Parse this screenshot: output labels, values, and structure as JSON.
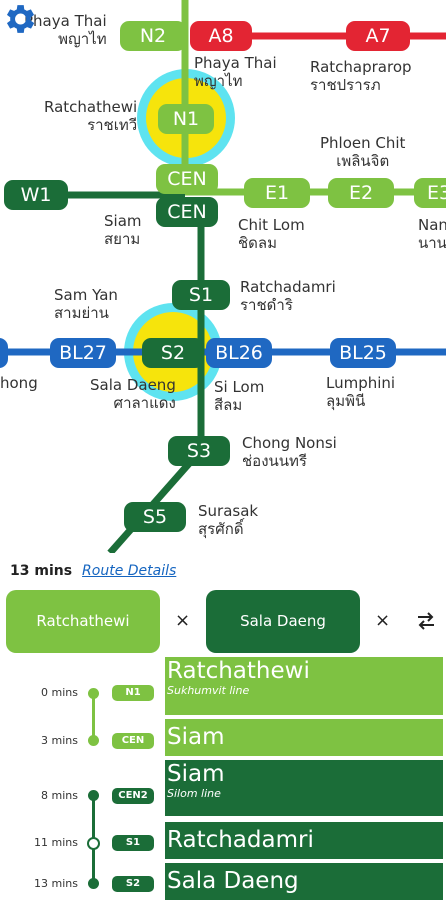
{
  "colors": {
    "light_green": "#7ec242",
    "dark_green": "#1b6d38",
    "red": "#e32533",
    "blue": "#1f68c2",
    "highlight_yellow": "#f6e40c",
    "highlight_cyan": "#5ee3f0"
  },
  "map": {
    "stations": {
      "n2": "N2",
      "a8": "A8",
      "a7": "A7",
      "n1": "N1",
      "cen_top": "CEN",
      "cen_bottom": "CEN",
      "w1": "W1",
      "e1": "E1",
      "e2": "E2",
      "e3": "E3",
      "s1": "S1",
      "bl27": "BL27",
      "s2": "S2",
      "bl26": "BL26",
      "bl25": "BL25",
      "s3": "S3",
      "s5": "S5"
    },
    "labels": {
      "phaya_thai_left": {
        "en": "Phaya Thai",
        "th": "พญาไท"
      },
      "phaya_thai_right": {
        "en": "Phaya Thai",
        "th": "พญาไท"
      },
      "ratchaprarop": {
        "en": "Ratchaprarop",
        "th": "ราชปรารภ"
      },
      "ratchathewi": {
        "en": "Ratchathewi",
        "th": "ราชเทวี"
      },
      "phloen_chit": {
        "en": "Phloen Chit",
        "th": "เพลินจิต"
      },
      "siam": {
        "en": "Siam",
        "th": "สยาม"
      },
      "chit_lom": {
        "en": "Chit Lom",
        "th": "ชิดลม"
      },
      "nana": {
        "en": "Nan",
        "th": "นาน"
      },
      "ratchadamri": {
        "en": "Ratchadamri",
        "th": "ราชดำริ"
      },
      "sam_yan": {
        "en": "Sam Yan",
        "th": "สามย่าน"
      },
      "hua_lamphong": {
        "en": "hong",
        "th": ""
      },
      "sala_daeng": {
        "en": "Sala Daeng",
        "th": "ศาลาแดง"
      },
      "si_lom": {
        "en": "Si Lom",
        "th": "สีลม"
      },
      "lumphini": {
        "en": "Lumphini",
        "th": "ลุมพินี"
      },
      "chong_nonsi": {
        "en": "Chong Nonsi",
        "th": "ช่องนนทรี"
      },
      "surasak": {
        "en": "Surasak",
        "th": "สุรศักดิ์"
      }
    },
    "settings_icon": "gear-icon"
  },
  "panel": {
    "duration": "13 mins",
    "route_details_link": "Route Details",
    "origin": "Ratchathewi",
    "destination": "Sala Daeng",
    "clear_symbol": "×",
    "swap_icon": "swap-icon",
    "steps": [
      {
        "time": "0 mins",
        "code": "N1",
        "name": "Ratchathewi",
        "line": "Sukhumvit line",
        "color": "#7ec242"
      },
      {
        "time": "3 mins",
        "code": "CEN",
        "name": "Siam",
        "line": "",
        "color": "#7ec242"
      },
      {
        "time": "8 mins",
        "code": "CEN2",
        "name": "Siam",
        "line": "Silom line",
        "color": "#1b6d38"
      },
      {
        "time": "11 mins",
        "code": "S1",
        "name": "Ratchadamri",
        "line": "",
        "color": "#1b6d38"
      },
      {
        "time": "13 mins",
        "code": "S2",
        "name": "Sala Daeng",
        "line": "",
        "color": "#1b6d38"
      }
    ]
  }
}
